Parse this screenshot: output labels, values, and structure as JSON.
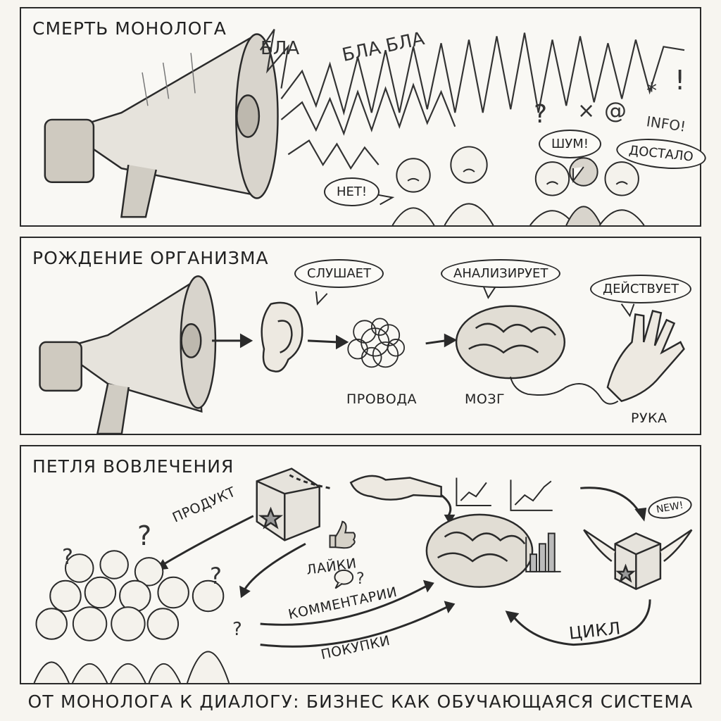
{
  "panels": {
    "monologue": {
      "title": "СМЕРТЬ МОНОЛОГА",
      "noise_words": [
        "БЛА",
        "БЛА БЛА"
      ],
      "reactions": [
        "НЕТ!",
        "ШУМ!",
        "ДОСТАЛО"
      ],
      "symbols": [
        "?",
        "×",
        "@",
        "INFO!",
        "*",
        "!"
      ]
    },
    "organism": {
      "title": "РОЖДЕНИЕ ОРГАНИЗМА",
      "bubbles": [
        "СЛУШАЕТ",
        "АНАЛИЗИРУЕТ",
        "ДЕЙСТВУЕТ"
      ],
      "labels": [
        "ПРОВОДА",
        "МОЗГ",
        "РУКА"
      ]
    },
    "engagement": {
      "title": "ПЕТЛЯ ВОВЛЕЧЕНИЯ",
      "labels": {
        "product": "ПРОДУКТ",
        "likes": "ЛАЙКИ",
        "comments": "КОММЕНТАРИИ",
        "purchases": "ПОКУПКИ",
        "cycle": "ЦИКЛ",
        "new": "NEW!"
      }
    }
  },
  "caption": "ОТ МОНОЛОГА К ДИАЛОГУ: БИЗНЕС КАК ОБУЧАЮЩАЯСЯ СИСТЕМА"
}
